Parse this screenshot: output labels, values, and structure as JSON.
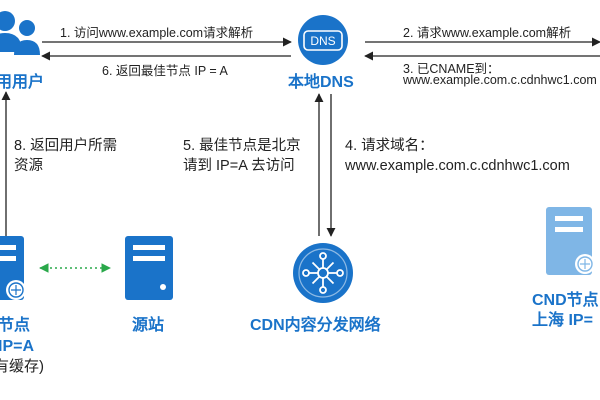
{
  "nodes": {
    "users_label": "用用户",
    "local_dns_label": "本地DNS",
    "dns_badge": "DNS",
    "cdn_network_label": "CDN内容分发网络",
    "origin_label": "源站",
    "edge_label_line1": "节点",
    "edge_label_line2": "IP=A",
    "edge_label_line3": "有缓存)",
    "remote_label_line1": "CND节点",
    "remote_label_line2": "上海 IP="
  },
  "steps": {
    "s1": "1. 访问www.example.com请求解析",
    "s2": "2.  请求www.example.com解析",
    "s3_line1": "3. 已CNAME到：",
    "s3_line2": "www.example.com.c.cdnhwc1.com",
    "s4_line1": "4. 请求域名：",
    "s4_line2": "www.example.com.c.cdnhwc1.com",
    "s5_line1": "5. 最佳节点是北京",
    "s5_line2": "请到 IP=A 去访问",
    "s6": "6. 返回最佳节点 IP = A",
    "s8_line1": "8. 返回用户所需",
    "s8_line2": "资源"
  },
  "colors": {
    "primary_blue": "#1a73c9",
    "light_blue": "#7fb6e6",
    "green_dotted": "#2aa84a",
    "arrow": "#222222"
  }
}
